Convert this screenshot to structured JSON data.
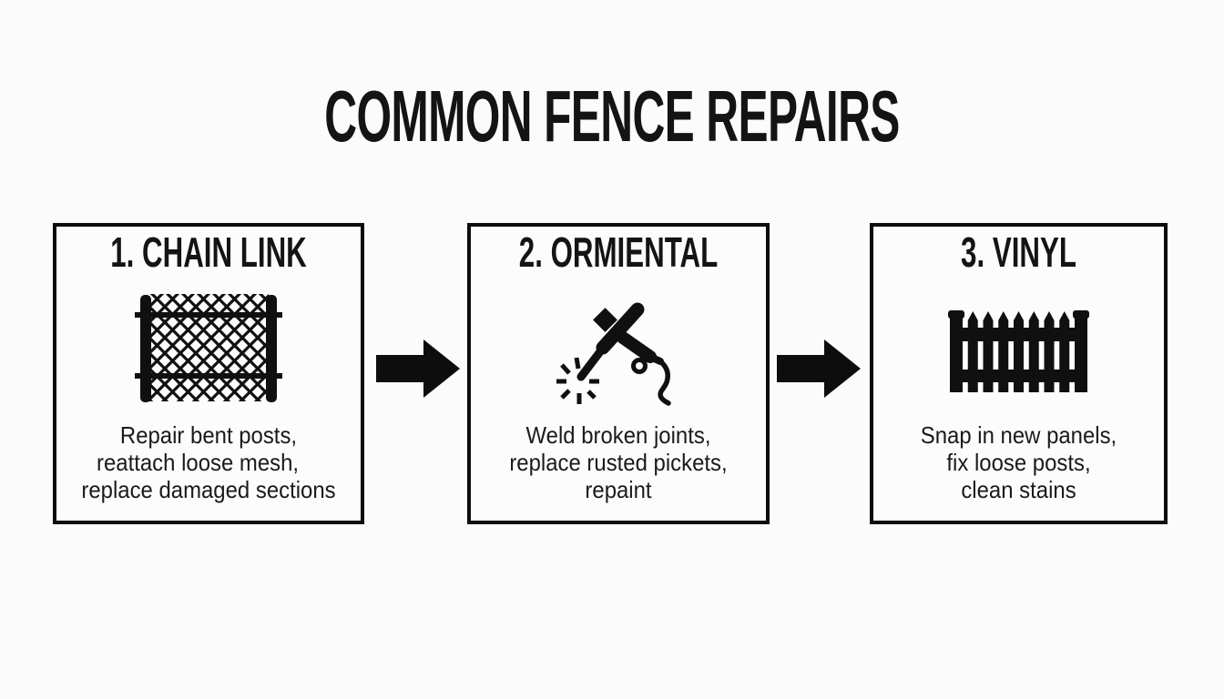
{
  "page": {
    "title": "COMMON FENCE REPAIRS",
    "background_color": "#fbfbfb",
    "ink_color": "#141414",
    "card_border_color": "#0d0d0d"
  },
  "cards": [
    {
      "heading": "1. CHAIN LINK",
      "icon": "chain-link-fence-icon",
      "lines": [
        "Repair bent posts,",
        "reattach loose mesh,",
        "replace damaged sections"
      ]
    },
    {
      "heading": "2. ORMIENTAL",
      "icon": "welding-torch-icon",
      "lines": [
        "Weld broken joints,",
        "replace rusted pickets,",
        "repaint"
      ]
    },
    {
      "heading": "3. VINYL",
      "icon": "vinyl-picket-fence-icon",
      "lines": [
        "Snap in new panels,",
        "fix loose posts,",
        "clean stains"
      ]
    }
  ],
  "arrows": [
    {
      "icon": "right-arrow-icon"
    },
    {
      "icon": "right-arrow-icon"
    }
  ]
}
